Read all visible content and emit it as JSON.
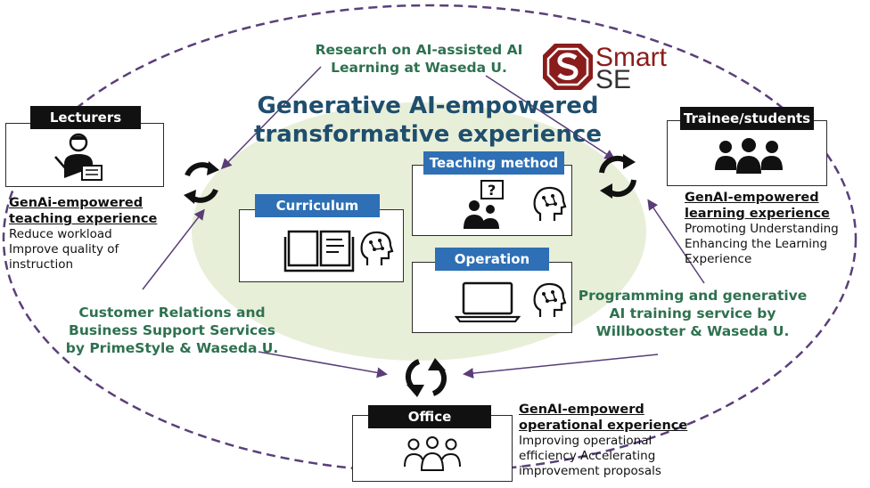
{
  "title": {
    "line1": "Generative AI-empowered",
    "line2": "transformative experience"
  },
  "research": {
    "line1": "Research on AI-assisted AI",
    "line2": "Learning at Waseda U."
  },
  "logo": {
    "smart": "Smart",
    "se": "SE",
    "color": "#8b1c1c"
  },
  "lecturers": {
    "label": "Lecturers",
    "heading_line1": "GenAi-empowered",
    "heading_line2": "teaching experience",
    "points": [
      "Reduce workload",
      "Improve quality of",
      "instruction"
    ]
  },
  "students": {
    "label": "Trainee/students",
    "heading_line1": "GenAI-empowered",
    "heading_line2": "learning experience",
    "points": [
      "Promoting Understanding",
      "Enhancing the Learning",
      "Experience"
    ]
  },
  "office": {
    "label": "Office",
    "heading_line1": "GenAI-empowerd",
    "heading_line2": "operational experience",
    "points": [
      "Improving operational",
      "efficiency Accelerating",
      "improvement proposals"
    ]
  },
  "curriculum": {
    "label": "Curriculum"
  },
  "teaching_method": {
    "label": "Teaching method"
  },
  "operation": {
    "label": "Operation"
  },
  "customer_relations": {
    "line1": "Customer Relations and",
    "line2": "Business Support Services",
    "line3": "by PrimeStyle & Waseda U."
  },
  "programming": {
    "line1": "Programming and generative",
    "line2": "AI training service by",
    "line3": "Willbooster & Waseda U."
  },
  "colors": {
    "accent_blue": "#2e6fb5",
    "green_text": "#2e7150",
    "title_blue": "#1f4e6e",
    "ellipse_dash": "#5b3f7a",
    "center_fill": "#e8efd8"
  }
}
